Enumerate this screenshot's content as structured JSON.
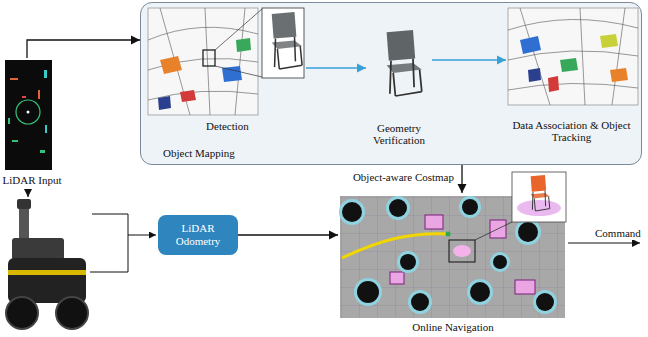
{
  "diagram": {
    "nodes": [
      {
        "text": [
          "LiDAR Input"
        ]
      },
      {
        "text": [
          "Object Mapping"
        ]
      },
      {
        "text": [
          "Detection"
        ],
        "in": 1
      },
      {
        "text": [
          "Geometry Verification"
        ],
        "in": 1
      },
      {
        "text": [
          "Data Association & Object Tracking"
        ],
        "in": 1
      },
      {
        "text": [
          "LiDAR Odometry"
        ]
      },
      {
        "text": [
          "Online Navigation"
        ]
      }
    ],
    "edges": [
      {
        "from": 0,
        "to": 1,
        "arrow": "to"
      },
      {
        "from": 2,
        "to": 3,
        "arrow": "to"
      },
      {
        "from": 3,
        "to": 4,
        "arrow": "to"
      },
      {
        "from": 1,
        "to": 6,
        "label": "Object-aware Costmap",
        "arrow": "to"
      },
      {
        "from": 5,
        "to": 6,
        "arrow": "to"
      }
    ],
    "labels": [
      "Command"
    ]
  }
}
